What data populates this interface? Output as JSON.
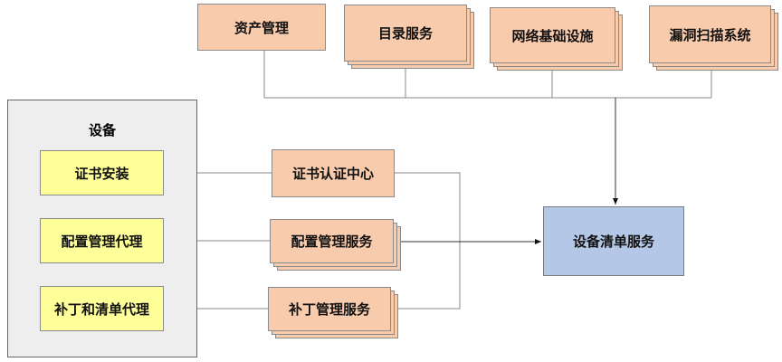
{
  "top_sources": [
    "资产管理",
    "目录服务",
    "网络基础设施",
    "漏洞扫描系统"
  ],
  "device_group": {
    "title": "设备",
    "items": [
      "证书安装",
      "配置管理代理",
      "补丁和清单代理"
    ]
  },
  "services": [
    "证书认证中心",
    "配置管理服务",
    "补丁管理服务"
  ],
  "target": "设备清单服务",
  "colors": {
    "orange": "#f8cbad",
    "yellow": "#ffff99",
    "blue": "#b4c7e7",
    "group": "#eeeeee"
  }
}
